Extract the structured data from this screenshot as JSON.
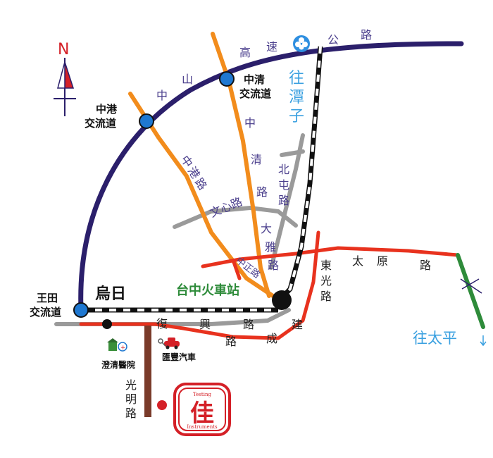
{
  "compass": {
    "north_label": "N"
  },
  "roads": {
    "zhongshan_freeway": [
      "中",
      "山",
      "高",
      "速",
      "公",
      "路"
    ],
    "zhonggang_road": [
      "中",
      "港",
      "路"
    ],
    "zhongqing_road": [
      "中",
      "清",
      "路"
    ],
    "beitun_road": [
      "北",
      "屯",
      "路"
    ],
    "wenxin_road": "文心路",
    "daya_road": [
      "大",
      "雅",
      "路"
    ],
    "zhongzheng_road": "中正路",
    "dongguang_road": [
      "東",
      "光",
      "路"
    ],
    "taiyuan_road": [
      "太",
      "原",
      "路"
    ],
    "fuxing_road": [
      "復",
      "興",
      "路"
    ],
    "chenggong_road": [
      "成",
      "建"
    ],
    "guangming_road": [
      "光",
      "明",
      "路"
    ]
  },
  "interchanges": {
    "zhongqing": [
      "中清",
      "交流道"
    ],
    "zhonggang": [
      "中港",
      "交流道"
    ],
    "wangtian": [
      "王田",
      "交流道"
    ]
  },
  "places": {
    "wuri": "烏日",
    "taichung_station": "台中火車站",
    "to_tanzi": [
      "往",
      "潭",
      "子"
    ],
    "to_taiping": "往太平",
    "hospital": "澄清醫院",
    "car_dealer": "匯豐汽車"
  },
  "logo": {
    "top_text": "Testing",
    "char": "佳",
    "bottom_text": "Instruments"
  },
  "colors": {
    "freeway": "#2b1f6b",
    "orange_road": "#f28c1c",
    "red_road": "#e8321e",
    "gray_road": "#9a9a9a",
    "green_road": "#2e8b3a",
    "brown_road": "#7a3b2a",
    "interchange": "#1f78d1",
    "station_label": "#2e8b3a",
    "destination": "#3aa0e0",
    "logo_red": "#d42027"
  }
}
